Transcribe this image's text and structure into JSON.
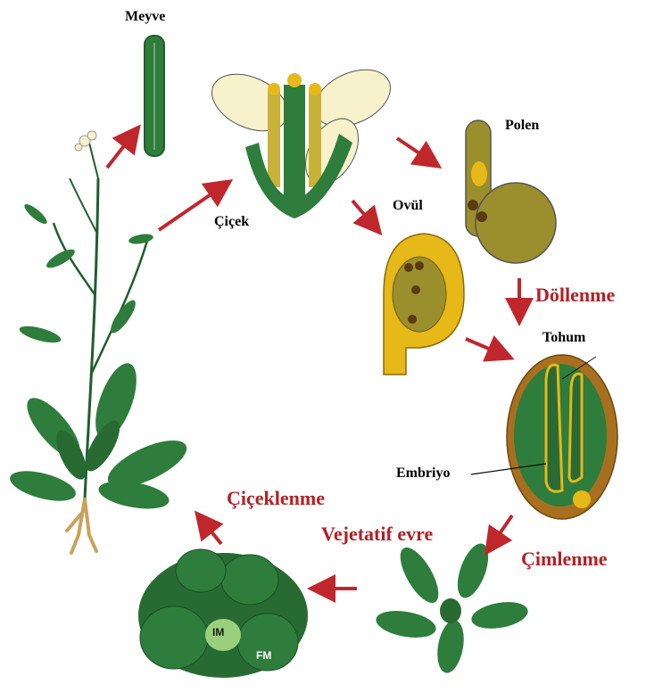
{
  "labels": {
    "meyve": "Meyve",
    "cicek": "Çiçek",
    "polen": "Polen",
    "ovul": "Ovül",
    "tohum": "Tohum",
    "embriyo": "Embriyo",
    "im": "IM",
    "fm": "FM"
  },
  "stages": {
    "dollenme": "Döllenme",
    "cimlenme": "Çimlenme",
    "vejetatif_evre": "Vejetatif evre",
    "ciceklenme": "Çiçeklenme"
  },
  "colors": {
    "leaf_green": "#2e7d3c",
    "dark_green": "#1f5e2c",
    "stage_red": "#b22025",
    "arrow_red": "#c0272d",
    "ovule_yellow": "#e6b818",
    "pollen_olive": "#9b8e2c",
    "seed_brown": "#a8701e",
    "petal_cream": "#f7f2cc"
  }
}
